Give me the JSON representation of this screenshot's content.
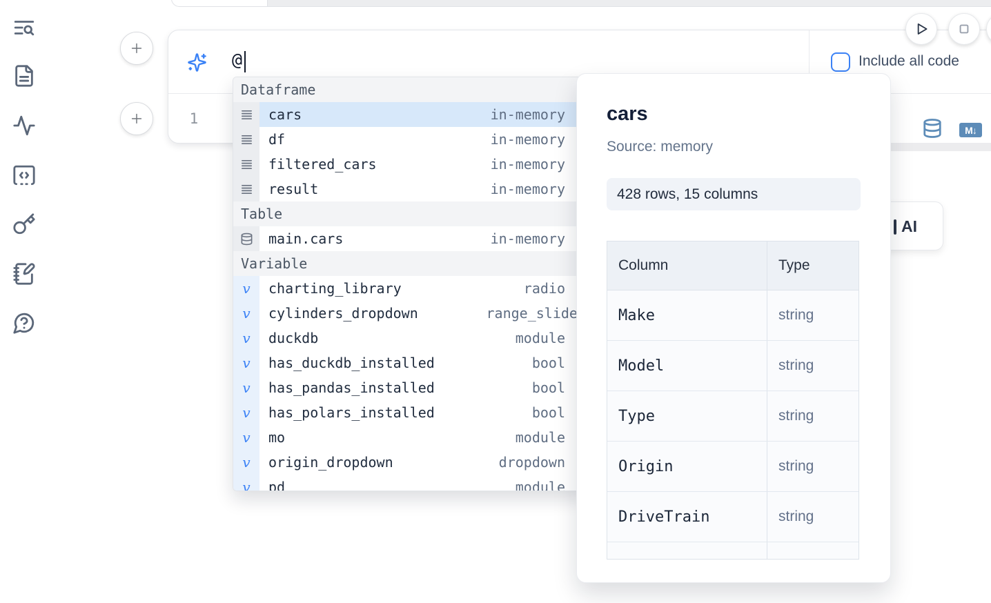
{
  "colors": {
    "accent": "#3b82f6",
    "icon_steel_blue": "#5d8cb8",
    "selection": "#d7e8fa"
  },
  "sidebar": {
    "icons": [
      "text-search-icon",
      "file-text-icon",
      "activity-icon",
      "code-square-icon",
      "key-icon",
      "notebook-pen-icon",
      "help-chat-icon"
    ]
  },
  "toolbar": {
    "include_all_code_label": "Include all code"
  },
  "prompt": {
    "value": "@"
  },
  "code_cell": {
    "line_number": "1",
    "markdown_badge": "M↓"
  },
  "completion": {
    "variable_glyph": "v",
    "items": [
      {
        "kind": "header",
        "label": "Dataframe"
      },
      {
        "kind": "dataframe",
        "name": "cars",
        "type": "in-memory",
        "selected": true
      },
      {
        "kind": "dataframe",
        "name": "df",
        "type": "in-memory"
      },
      {
        "kind": "dataframe",
        "name": "filtered_cars",
        "type": "in-memory"
      },
      {
        "kind": "dataframe",
        "name": "result",
        "type": "in-memory"
      },
      {
        "kind": "header",
        "label": "Table"
      },
      {
        "kind": "table",
        "name": "main.cars",
        "type": "in-memory"
      },
      {
        "kind": "header",
        "label": "Variable"
      },
      {
        "kind": "variable",
        "name": "charting_library",
        "type": "radio"
      },
      {
        "kind": "variable",
        "name": "cylinders_dropdown",
        "type": "range_slider"
      },
      {
        "kind": "variable",
        "name": "duckdb",
        "type": "module"
      },
      {
        "kind": "variable",
        "name": "has_duckdb_installed",
        "type": "bool"
      },
      {
        "kind": "variable",
        "name": "has_pandas_installed",
        "type": "bool"
      },
      {
        "kind": "variable",
        "name": "has_polars_installed",
        "type": "bool"
      },
      {
        "kind": "variable",
        "name": "mo",
        "type": "module"
      },
      {
        "kind": "variable",
        "name": "origin_dropdown",
        "type": "dropdown"
      },
      {
        "kind": "variable",
        "name": "pd",
        "type": "module"
      }
    ]
  },
  "preview": {
    "title": "cars",
    "source": "Source: memory",
    "shape": "428 rows, 15 columns",
    "table": {
      "headers": [
        "Column",
        "Type"
      ],
      "rows": [
        [
          "Make",
          "string"
        ],
        [
          "Model",
          "string"
        ],
        [
          "Type",
          "string"
        ],
        [
          "Origin",
          "string"
        ],
        [
          "DriveTrain",
          "string"
        ]
      ]
    }
  },
  "ai_button": {
    "label": "AI"
  }
}
